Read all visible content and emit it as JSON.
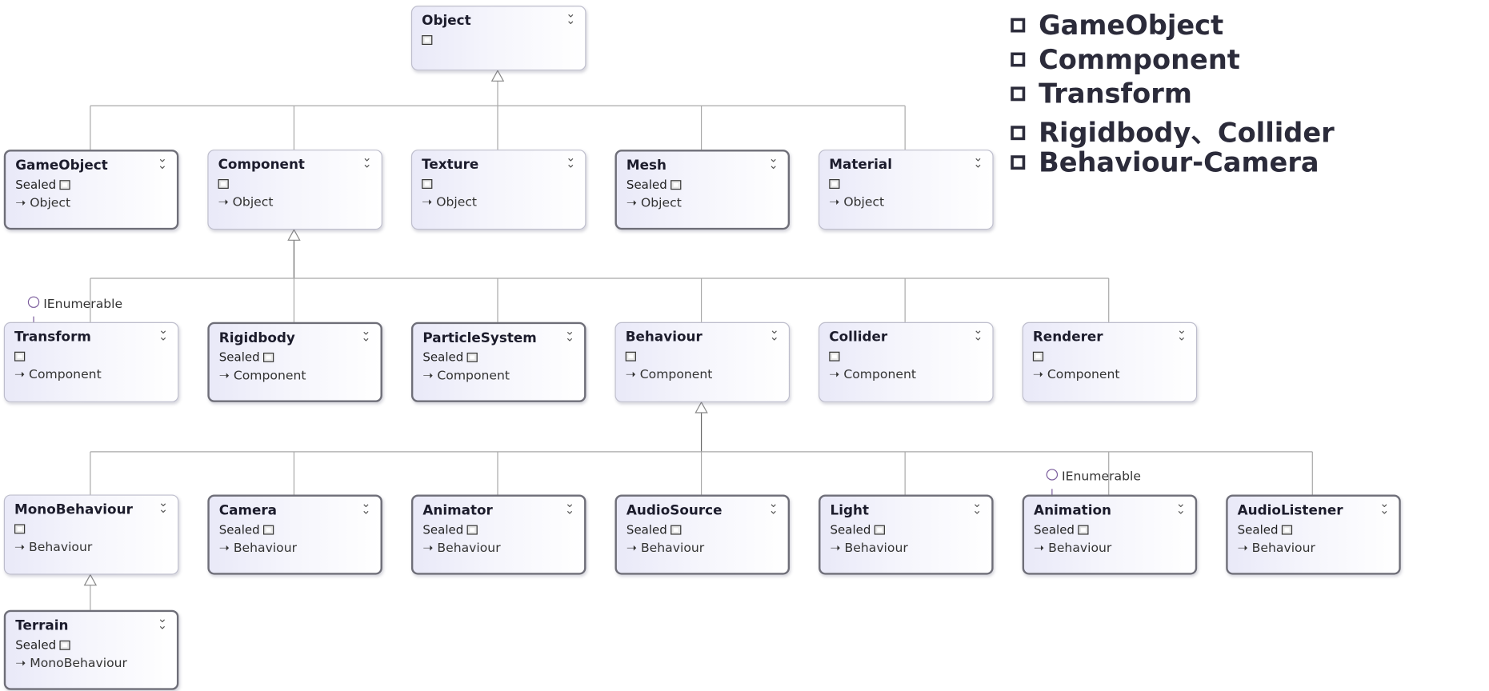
{
  "bullets": [
    "GameObject",
    "Commponent",
    "Transform",
    "Rigidbody、Collider",
    "Behaviour-Camera"
  ],
  "nodes": {
    "object": {
      "name": "Object",
      "sub": "",
      "base": ""
    },
    "gameobject": {
      "name": "GameObject",
      "sub": "Sealed",
      "base": "Object"
    },
    "component": {
      "name": "Component",
      "sub": "",
      "base": "Object"
    },
    "texture": {
      "name": "Texture",
      "sub": "",
      "base": "Object"
    },
    "mesh": {
      "name": "Mesh",
      "sub": "Sealed",
      "base": "Object"
    },
    "material": {
      "name": "Material",
      "sub": "",
      "base": "Object"
    },
    "transform": {
      "name": "Transform",
      "sub": "",
      "base": "Component"
    },
    "rigidbody": {
      "name": "Rigidbody",
      "sub": "Sealed",
      "base": "Component"
    },
    "particlesystem": {
      "name": "ParticleSystem",
      "sub": "Sealed",
      "base": "Component"
    },
    "behaviour": {
      "name": "Behaviour",
      "sub": "",
      "base": "Component"
    },
    "collider": {
      "name": "Collider",
      "sub": "",
      "base": "Component"
    },
    "renderer": {
      "name": "Renderer",
      "sub": "",
      "base": "Component"
    },
    "monobehaviour": {
      "name": "MonoBehaviour",
      "sub": "",
      "base": "Behaviour"
    },
    "camera": {
      "name": "Camera",
      "sub": "Sealed",
      "base": "Behaviour"
    },
    "animator": {
      "name": "Animator",
      "sub": "Sealed",
      "base": "Behaviour"
    },
    "audiosource": {
      "name": "AudioSource",
      "sub": "Sealed",
      "base": "Behaviour"
    },
    "light": {
      "name": "Light",
      "sub": "Sealed",
      "base": "Behaviour"
    },
    "animation": {
      "name": "Animation",
      "sub": "Sealed",
      "base": "Behaviour"
    },
    "audiolistener": {
      "name": "AudioListener",
      "sub": "Sealed",
      "base": "Behaviour"
    },
    "terrain": {
      "name": "Terrain",
      "sub": "Sealed",
      "base": "MonoBehaviour"
    }
  },
  "interfaces": {
    "transform": "IEnumerable",
    "animation": "IEnumerable"
  }
}
